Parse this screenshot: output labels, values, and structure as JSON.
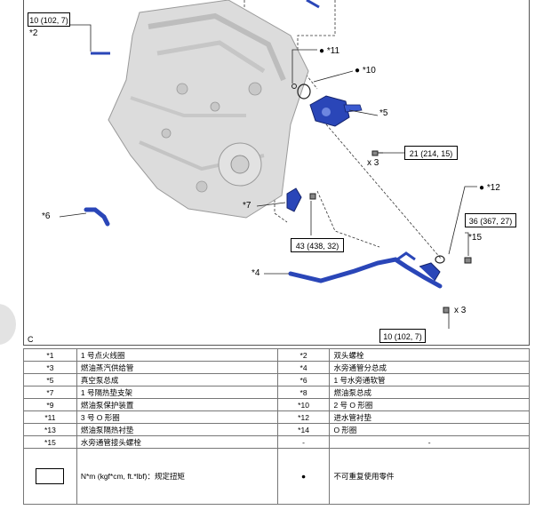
{
  "diagram": {
    "callouts": {
      "c2": "*2",
      "c4": "*4",
      "c5": "*5",
      "c6": "*6",
      "c7": "*7",
      "c10": "● *10",
      "c11": "● *11",
      "c12": "● *12",
      "c15": "*15",
      "x3a": "x 3",
      "x3b": "x 3",
      "corner": "C"
    },
    "torque": {
      "t1": "10 (102, 7)",
      "t2": "21 (214, 15)",
      "t3": "43 (438, 32)",
      "t4": "36 (367, 27)",
      "t5": "10 (102, 7)"
    },
    "colors": {
      "part_blue": "#2a46b8",
      "engine_gray": "#d9d9d9",
      "line": "#222222"
    }
  },
  "legend": {
    "rows": [
      {
        "c1": "*1",
        "d1": "1 号点火线圈",
        "c2": "*2",
        "d2": "双头螺栓"
      },
      {
        "c1": "*3",
        "d1": "燃油蒸汽供给管",
        "c2": "*4",
        "d2": "水旁通管分总成"
      },
      {
        "c1": "*5",
        "d1": "真空泵总成",
        "c2": "*6",
        "d2": "1 号水旁通软管"
      },
      {
        "c1": "*7",
        "d1": "1 号隔热垫支架",
        "c2": "*8",
        "d2": "燃油泵总成"
      },
      {
        "c1": "*9",
        "d1": "燃油泵保护装置",
        "c2": "*10",
        "d2": "2 号 O 形圈"
      },
      {
        "c1": "*11",
        "d1": "3 号 O 形圈",
        "c2": "*12",
        "d2": "进水管衬垫"
      },
      {
        "c1": "*13",
        "d1": "燃油泵隔热衬垫",
        "c2": "*14",
        "d2": "O 形圈"
      },
      {
        "c1": "*15",
        "d1": "水旁通管接头螺栓",
        "c2": "-",
        "d2": "-"
      }
    ],
    "key": {
      "torque_text": "N*m (kgf*cm, ft.*lbf)：规定扭矩",
      "dot": "●",
      "nonreuse_text": "不可重复使用零件"
    }
  }
}
